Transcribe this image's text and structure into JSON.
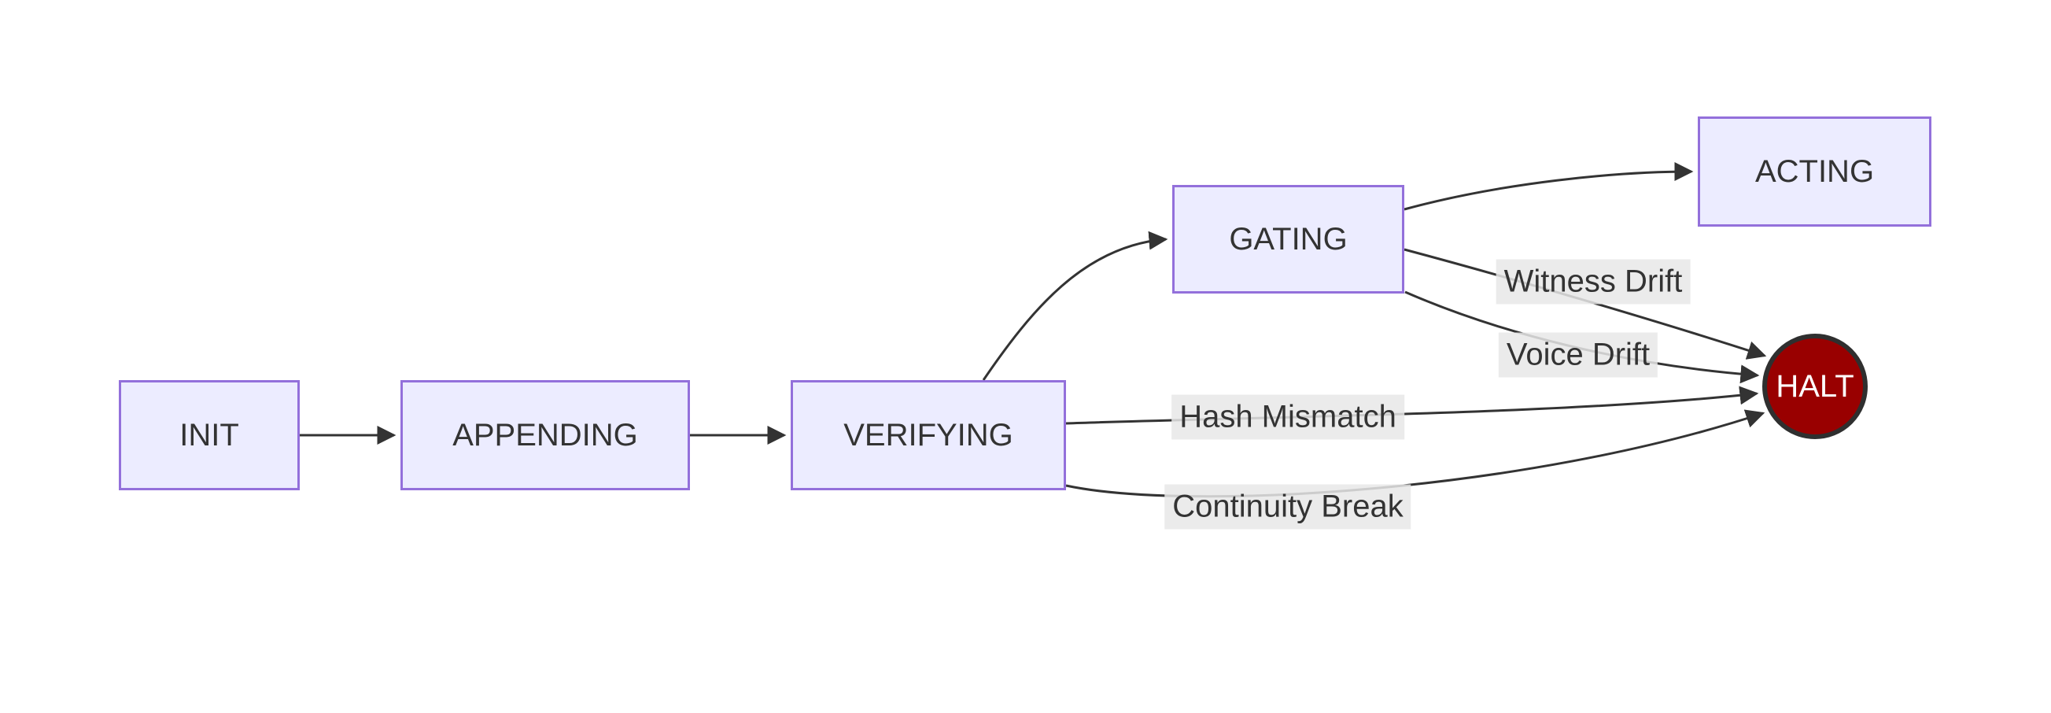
{
  "diagram": {
    "type": "state-flowchart",
    "direction": "left-to-right",
    "nodes": [
      {
        "id": "init",
        "label": "INIT",
        "shape": "rect"
      },
      {
        "id": "appending",
        "label": "APPENDING",
        "shape": "rect"
      },
      {
        "id": "verifying",
        "label": "VERIFYING",
        "shape": "rect"
      },
      {
        "id": "gating",
        "label": "GATING",
        "shape": "rect"
      },
      {
        "id": "acting",
        "label": "ACTING",
        "shape": "rect"
      },
      {
        "id": "halt",
        "label": "HALT",
        "shape": "circle"
      }
    ],
    "edges": [
      {
        "from": "init",
        "to": "appending",
        "label": ""
      },
      {
        "from": "appending",
        "to": "verifying",
        "label": ""
      },
      {
        "from": "verifying",
        "to": "gating",
        "label": ""
      },
      {
        "from": "gating",
        "to": "acting",
        "label": ""
      },
      {
        "from": "gating",
        "to": "halt",
        "label": "Witness Drift"
      },
      {
        "from": "gating",
        "to": "halt",
        "label": "Voice Drift"
      },
      {
        "from": "verifying",
        "to": "halt",
        "label": "Hash Mismatch"
      },
      {
        "from": "verifying",
        "to": "halt",
        "label": "Continuity Break"
      }
    ],
    "colors": {
      "node_fill": "#ECECFF",
      "node_border": "#9370DB",
      "node_text": "#333333",
      "halt_fill": "#990000",
      "halt_border": "#2f2f2f",
      "halt_text": "#ffffff",
      "edge_stroke": "#333333",
      "edge_label_bg": "#e8e8e8",
      "background": "#ffffff"
    }
  }
}
